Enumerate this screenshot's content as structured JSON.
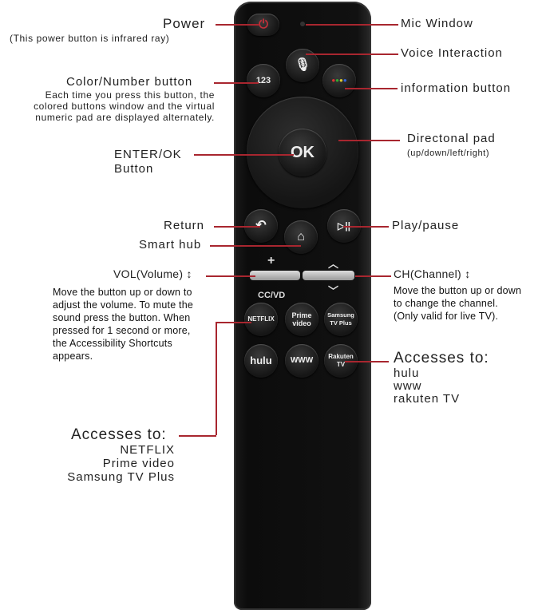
{
  "labels": {
    "power": "Power",
    "power_note": "(This power button is infrared ray)",
    "mic_window": "Mic Window",
    "voice": "Voice Interaction",
    "color_number": "Color/Number button",
    "color_number_note": [
      "Each time you press this button, the",
      "colored buttons window and the virtual",
      "numeric pad are displayed alternately."
    ],
    "info": "information button",
    "dpad": "Directonal pad",
    "dpad_note": "(up/down/left/right)",
    "enter": [
      "ENTER/OK",
      "Button"
    ],
    "return": "Return",
    "smart_hub": "Smart hub",
    "play_pause": "Play/pause",
    "vol": "VOL(Volume)",
    "vol_note": [
      "Move the button up or down to",
      "adjust the volume. To mute the",
      "sound press the button. When",
      "pressed for 1 second or more,",
      "the Accessibility Shortcuts",
      "appears."
    ],
    "ch": "CH(Channel)",
    "ch_note": [
      "Move the button up or down",
      "to change the channel.",
      "(Only valid for live TV)."
    ],
    "access_right": [
      "Accesses to:",
      "hulu",
      "www",
      "rakuten TV"
    ],
    "access_left": [
      "Accesses to:",
      "NETFLIX",
      "Prime video",
      "Samsung TV Plus"
    ]
  },
  "remote": {
    "num": "123",
    "ok": "OK",
    "plus": "+",
    "ccvd": "CC/VD",
    "netflix": "NETFLIX",
    "prime": "Prime video",
    "samsung": "Samsung TV Plus",
    "hulu": "hulu",
    "www": "WWW",
    "rakuten": "Rakuten TV"
  },
  "colors": {
    "accent": "#a8262f",
    "power": "#c0303a"
  }
}
